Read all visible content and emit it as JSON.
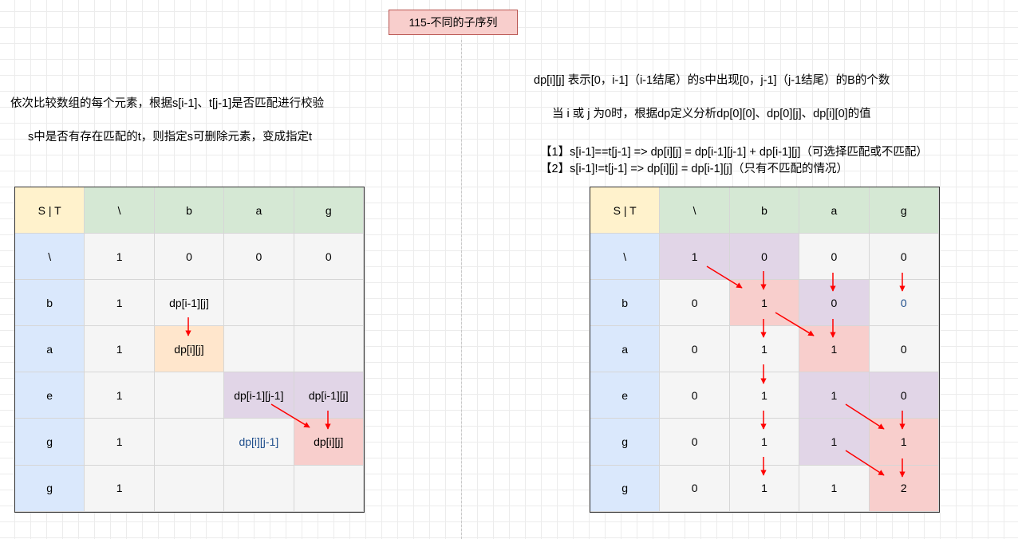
{
  "title": "115-不同的子序列",
  "left_notes": [
    "依次比较数组的每个元素，根据s[i-1]、t[j-1]是否匹配进行校验",
    "s中是否有存在匹配的t，则指定s可删除元素，变成指定t"
  ],
  "right_notes": {
    "definition": "dp[i][j] 表示[0，i-1]（i-1结尾）的s中出现[0，j-1]（j-1结尾）的B的个数",
    "init": "当 i 或 j 为0时，根据dp定义分析dp[0][0]、dp[0][j]、dp[i][0]的值",
    "rule1": "【1】s[i-1]==t[j-1] => dp[i][j] = dp[i-1][j-1] + dp[i-1][j]（可选择匹配或不匹配）",
    "rule2": "【2】s[i-1]!=t[j-1] => dp[i][j] = dp[i-1][j]（只有不匹配的情况）"
  },
  "left_table": {
    "rows": [
      [
        [
          "S | T",
          "yellow"
        ],
        [
          "\\",
          "green"
        ],
        [
          "b",
          "green"
        ],
        [
          "a",
          "green"
        ],
        [
          "g",
          "green"
        ]
      ],
      [
        [
          "\\",
          "blue"
        ],
        [
          "1",
          "gray"
        ],
        [
          "0",
          "gray"
        ],
        [
          "0",
          "gray"
        ],
        [
          "0",
          "gray"
        ]
      ],
      [
        [
          "b",
          "blue"
        ],
        [
          "1",
          "gray"
        ],
        [
          "dp[i-1][j]",
          "gray"
        ],
        [
          "",
          "gray"
        ],
        [
          "",
          "gray"
        ]
      ],
      [
        [
          "a",
          "blue"
        ],
        [
          "1",
          "gray"
        ],
        [
          "dp[i][j]",
          "orange"
        ],
        [
          "",
          "gray"
        ],
        [
          "",
          "gray"
        ]
      ],
      [
        [
          "e",
          "blue"
        ],
        [
          "1",
          "gray"
        ],
        [
          "",
          "gray"
        ],
        [
          "dp[i-1][j-1]",
          "purple"
        ],
        [
          "dp[i-1][j]",
          "purple"
        ]
      ],
      [
        [
          "g",
          "blue"
        ],
        [
          "1",
          "gray"
        ],
        [
          "",
          "gray"
        ],
        [
          "dp[i][j-1]",
          "gray-bluetext"
        ],
        [
          "dp[i][j]",
          "red"
        ]
      ],
      [
        [
          "g",
          "blue"
        ],
        [
          "1",
          "gray"
        ],
        [
          "",
          "gray"
        ],
        [
          "",
          "gray"
        ],
        [
          "",
          "gray"
        ]
      ]
    ]
  },
  "right_table": {
    "rows": [
      [
        [
          "S | T",
          "yellow"
        ],
        [
          "\\",
          "green"
        ],
        [
          "b",
          "green"
        ],
        [
          "a",
          "green"
        ],
        [
          "g",
          "green"
        ]
      ],
      [
        [
          "\\",
          "blue"
        ],
        [
          "1",
          "purple"
        ],
        [
          "0",
          "purple"
        ],
        [
          "0",
          "gray"
        ],
        [
          "0",
          "gray"
        ]
      ],
      [
        [
          "b",
          "blue"
        ],
        [
          "0",
          "gray"
        ],
        [
          "1",
          "red"
        ],
        [
          "0",
          "purple"
        ],
        [
          "0",
          "gray-bluetext"
        ]
      ],
      [
        [
          "a",
          "blue"
        ],
        [
          "0",
          "gray"
        ],
        [
          "1",
          "gray"
        ],
        [
          "1",
          "red"
        ],
        [
          "0",
          "gray"
        ]
      ],
      [
        [
          "e",
          "blue"
        ],
        [
          "0",
          "gray"
        ],
        [
          "1",
          "gray"
        ],
        [
          "1",
          "purple"
        ],
        [
          "0",
          "purple"
        ]
      ],
      [
        [
          "g",
          "blue"
        ],
        [
          "0",
          "gray"
        ],
        [
          "1",
          "gray"
        ],
        [
          "1",
          "purple"
        ],
        [
          "1",
          "red"
        ]
      ],
      [
        [
          "g",
          "blue"
        ],
        [
          "0",
          "gray"
        ],
        [
          "1",
          "gray"
        ],
        [
          "1",
          "gray"
        ],
        [
          "2",
          "red"
        ]
      ]
    ]
  },
  "arrow_color": "#ff0000"
}
